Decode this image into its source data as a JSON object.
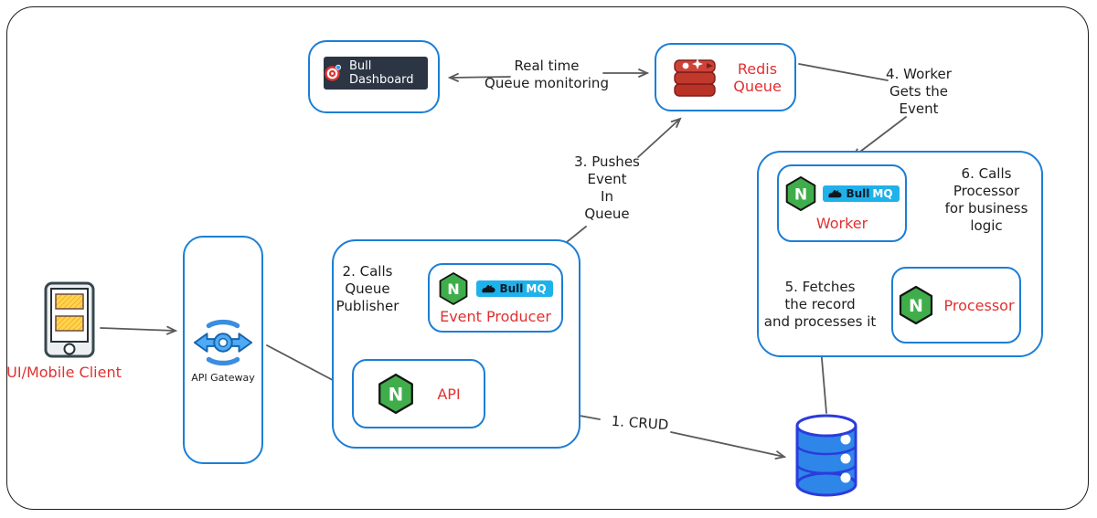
{
  "colors": {
    "container_border_blue": "#1c7ed6",
    "label_red": "#e03131",
    "text_ink": "#1d1d1d",
    "arrow_gray": "#5a5a5a",
    "bullmq_cyan": "#1fb2ea",
    "badge_navy": "#2b3544",
    "nginx_green": "#3fae4a",
    "database_blue": "#2e86e8"
  },
  "nodes": {
    "bull_dashboard": {
      "label": "Bull Dashboard"
    },
    "redis_queue": {
      "label": "Redis\nQueue"
    },
    "worker": {
      "label": "Worker"
    },
    "processor": {
      "label": "Processor"
    },
    "event_producer": {
      "label": "Event Producer"
    },
    "api": {
      "label": "API"
    },
    "api_gateway": {
      "label": "API Gateway"
    },
    "client": {
      "label": "UI/Mobile Client"
    }
  },
  "logos": {
    "nginx_letter": "N",
    "bull": "Bull",
    "mq": "MQ"
  },
  "edges": {
    "monitoring": "Real time\nQueue monitoring",
    "crud": "1. CRUD",
    "calls_publisher": "2. Calls\nQueue\nPublisher",
    "pushes_event": "3. Pushes\nEvent\nIn\nQueue",
    "worker_gets": "4. Worker\nGets the\nEvent",
    "fetches": "5. Fetches\nthe record\nand processes it",
    "calls_processor": "6. Calls\nProcessor\nfor business\nlogic"
  }
}
